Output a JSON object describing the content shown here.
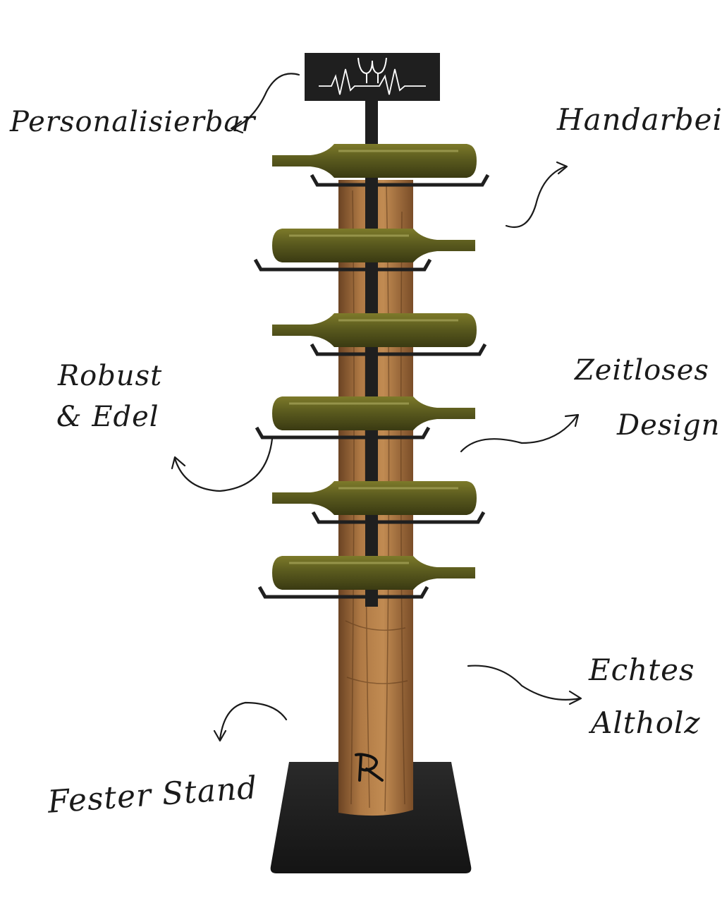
{
  "colors": {
    "background": "#ffffff",
    "steel": "#1f1f1f",
    "wood_light": "#b07a45",
    "wood_dark": "#6b4323",
    "bottle_glass": "#5a5a1e",
    "ink": "#1a1a1a"
  },
  "sign": {
    "motif": "heartbeat-with-wine-glasses"
  },
  "labels": {
    "personalisierbar": "Personalisierbar",
    "handarbeit": "Handarbeit",
    "robust_line1": "Robust",
    "robust_line2": "& Edel",
    "zeitloses_line1": "Zeitloses",
    "zeitloses_line2": "Design",
    "echtes_line1": "Echtes",
    "echtes_line2": "Altholz",
    "fester_stand": "Fester Stand"
  },
  "bottles": [
    {
      "neck": "left"
    },
    {
      "neck": "right"
    },
    {
      "neck": "left"
    },
    {
      "neck": "right"
    },
    {
      "neck": "left"
    },
    {
      "neck": "right"
    }
  ]
}
